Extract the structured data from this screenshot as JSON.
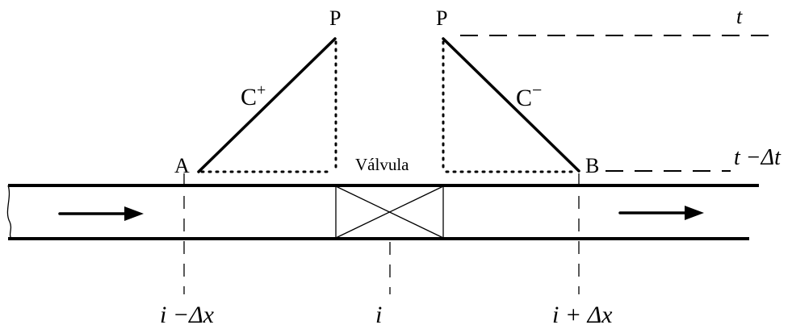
{
  "labels": {
    "P_left": "P",
    "P_right": "P",
    "A": "A",
    "B": "B",
    "C_plus": "C",
    "C_plus_sup": "+",
    "C_minus": "C",
    "C_minus_sup": "−",
    "valve": "Válvula",
    "t": "t",
    "t_minus_dt": "t −Δt",
    "i_minus_dx": "i −Δx",
    "i": "i",
    "i_plus_dx": "i + Δx"
  }
}
